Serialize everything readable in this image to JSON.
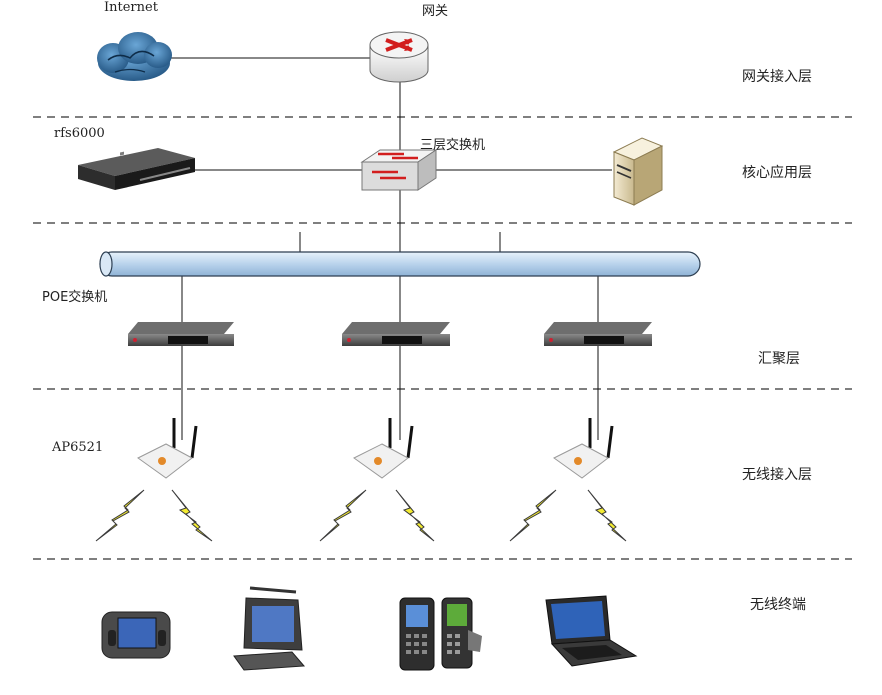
{
  "labels": {
    "internet": "Internet",
    "gateway": "网关",
    "rfs": "rfs6000",
    "l3switch": "三层交换机",
    "poe": "POE交换机",
    "ap": "AP6521"
  },
  "layers": [
    "网关接入层",
    "核心应用层",
    "汇聚层",
    "无线接入层",
    "无线终端"
  ],
  "colors": {
    "router_arrow": "#d21e1e",
    "bus_fill": "#bcd6ee",
    "bolt_fill": "#f4ec32",
    "cloud": "#2f6fa6"
  }
}
